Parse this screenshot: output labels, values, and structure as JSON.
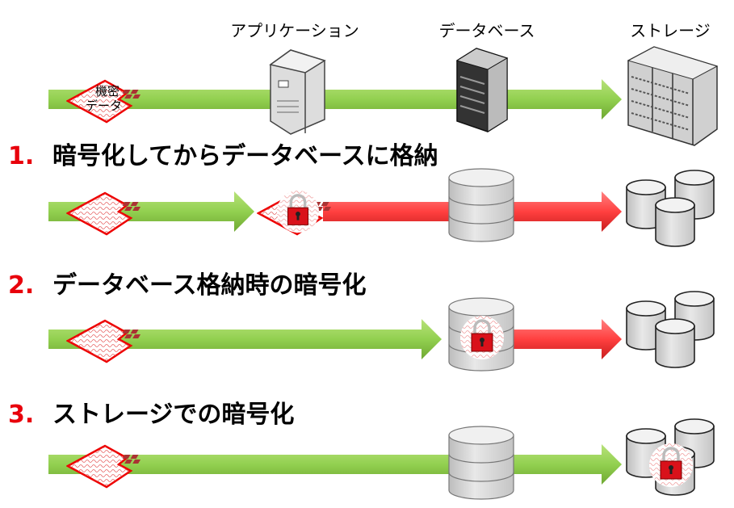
{
  "columns": {
    "application": "アプリケーション",
    "database": "データベース",
    "storage": "ストレージ"
  },
  "document": {
    "line1": "機密",
    "line2": "データ"
  },
  "sections": [
    {
      "number": "1.",
      "title": "暗号化してからデータベースに格納",
      "encrypted_at": "application"
    },
    {
      "number": "2.",
      "title": "データベース格納時の暗号化",
      "encrypted_at": "database"
    },
    {
      "number": "3.",
      "title": "ストレージでの暗号化",
      "encrypted_at": "storage"
    }
  ],
  "colors": {
    "plain_flow": "#92d050",
    "encrypted_flow": "#ff4040",
    "number": "#e8000b",
    "lock": "#d9111a"
  }
}
